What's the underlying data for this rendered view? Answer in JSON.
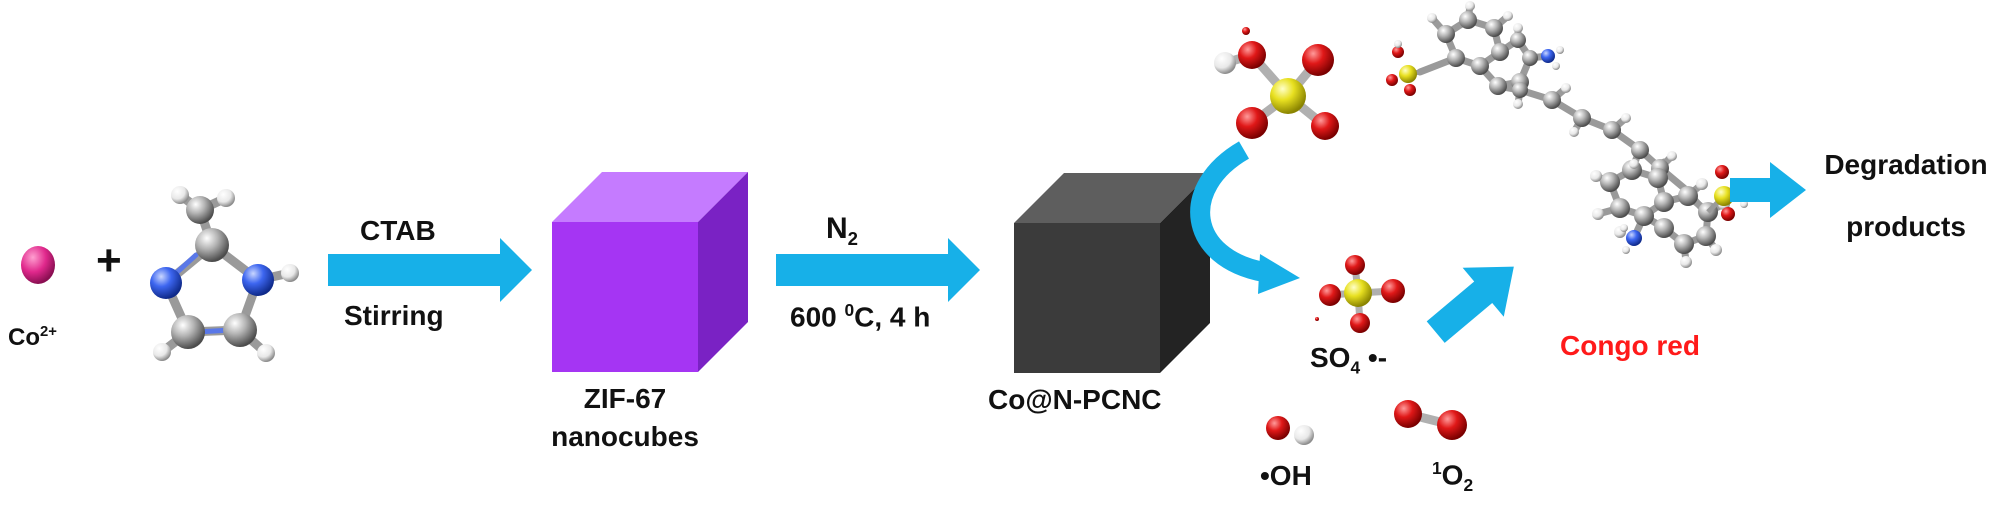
{
  "labels": {
    "co_ion": "Co",
    "co_ion_sup": "2+",
    "plus": "+",
    "step1_top": "CTAB",
    "step1_bottom": "Stirring",
    "zif_line1": "ZIF-67",
    "zif_line2": "nanocubes",
    "step2_top_main": "N",
    "step2_top_sub": "2",
    "step2_bottom_main": "600 ",
    "step2_bottom_sup": "0",
    "step2_bottom_tail": "C, 4 h",
    "catalyst": "Co@N-PCNC",
    "sulfate_main": "SO",
    "sulfate_sub": "4",
    "sulfate_tail": " •-",
    "hydroxyl": "•OH",
    "singlet_sup": "1",
    "singlet_main": "O",
    "singlet_sub": "2",
    "pollutant": "Congo red",
    "products_line1": "Degradation",
    "products_line2": "products"
  },
  "colors": {
    "arrow": "#17b0e8",
    "arrow_dark": "#1497c7",
    "zif_front": "#a535f3",
    "zif_top": "#c57bff",
    "zif_side": "#7a22c4",
    "cube_front": "#3b3b3b",
    "cube_top": "#5e5e5e",
    "cube_side": "#232323",
    "pollutant_text": "#ff1a1a",
    "co_ion": "#e0288c",
    "oxygen": "#e01818",
    "sulfur": "#e8e020",
    "carbon": "#8a8a8a",
    "nitrogen": "#2a52e0",
    "hydrogen": "#e6e6e6"
  },
  "icons": [
    "cobalt-ion-icon",
    "imidazole-molecule-icon",
    "peroxymonosulfate-molecule-icon",
    "sulfate-radical-molecule-icon",
    "hydroxyl-radical-molecule-icon",
    "singlet-oxygen-molecule-icon",
    "congo-red-molecule-icon"
  ]
}
